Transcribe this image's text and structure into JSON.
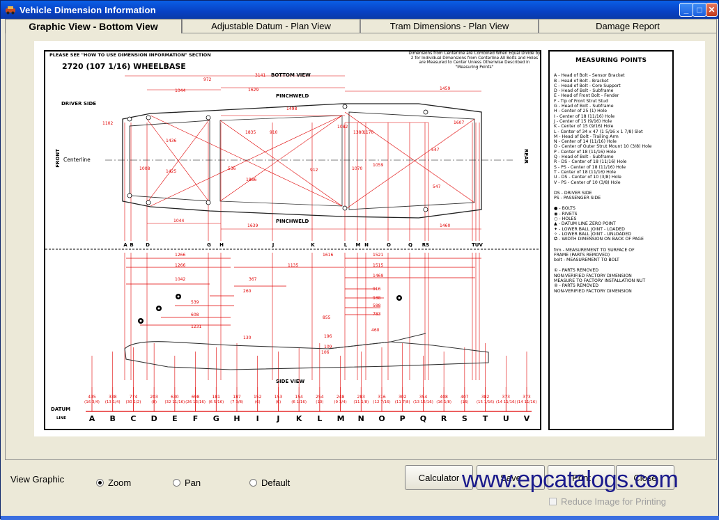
{
  "window": {
    "title": "Vehicle Dimension Information",
    "controls": {
      "minimize": "_",
      "maximize": "□",
      "close": "✕"
    }
  },
  "tabs": [
    {
      "label": "Graphic View - Bottom View",
      "active": true
    },
    {
      "label": "Adjustable Datum - Plan View",
      "active": false
    },
    {
      "label": "Tram Dimensions - Plan View",
      "active": false
    },
    {
      "label": "Damage Report",
      "active": false
    }
  ],
  "diagram": {
    "note_top": "PLEASE SEE \"HOW TO USE DIMENSION INFORMATION\" SECTION",
    "wheelbase": "2720  (107  1/16)  WHEELBASE",
    "note_right": "Dimensions from Centerline are Combined When Equal Divide by 2 for Individual Dimensions from Centerline All Bolts and Holes are Measured to Center Unless Otherwise Described in \"Measuring Points\"",
    "bottom_view": "BOTTOM VIEW",
    "side_view": "SIDE VIEW",
    "driver_side": "DRIVER SIDE",
    "front": "FRONT",
    "rear": "REAR",
    "centerline": "Centerline",
    "pinchweld": "PINCHWELD",
    "datum": "DATUM",
    "line": "LINE",
    "datum_letters": [
      "A",
      "B",
      "C",
      "D",
      "E",
      "F",
      "G",
      "H",
      "I",
      "J",
      "K",
      "L",
      "M",
      "N",
      "O",
      "P",
      "Q",
      "R",
      "S",
      "T",
      "U",
      "V"
    ],
    "top_letters": [
      "A",
      "B",
      "D",
      "G",
      "H",
      "J",
      "K",
      "L",
      "M",
      "N",
      "O",
      "Q",
      "RS",
      "TUV"
    ],
    "datum_values": [
      "435",
      "338",
      "774",
      "203",
      "630",
      "698",
      "181",
      "187",
      "152",
      "153",
      "154",
      "254",
      "248",
      "283",
      "316",
      "302",
      "354",
      "408",
      "407",
      "382",
      "373",
      "373"
    ],
    "datum_fractions": [
      "(16 3/4)",
      "(13 1/4)",
      "(30 1/2)",
      "(8)",
      "(32 11/16)",
      "(26 13/16)",
      "(6 5/16)",
      "(7 3/8)",
      "(6)",
      "(6)",
      "(6 1/16)",
      "(10)",
      "(9 3/4)",
      "(11 1/8)",
      "(12 7/16)",
      "(11 7/8)",
      "(13 15/16)",
      "(16 1/8)",
      "(16)",
      "(15 1/16)",
      "(14 11/16)",
      "(14 11/16)"
    ],
    "top_dims": [
      "3141",
      "972",
      "1629",
      "1044",
      "1459",
      "1498",
      "1835",
      "910",
      "1380",
      "1170",
      "1607",
      "1082",
      "1102",
      "1008",
      "1436",
      "1425",
      "1886",
      "912",
      "1070",
      "1059",
      "536",
      "547",
      "547"
    ],
    "bottom_dims": [
      "1044",
      "1639",
      "1460"
    ],
    "side_dims": [
      "1266",
      "1266",
      "1042",
      "1135",
      "367",
      "260",
      "539",
      "608",
      "1231",
      "130",
      "1616",
      "1521",
      "1515",
      "1469",
      "916",
      "938",
      "588",
      "783",
      "855",
      "460",
      "196",
      "109",
      "106"
    ]
  },
  "legend": {
    "title": "MEASURING POINTS",
    "points": [
      "A  -  Head of Bolt  -  Sensor Bracket",
      "B  -  Head of Bolt  -  Bracket",
      "C  -  Head of Bolt  -  Core Support",
      "D  -  Head of Bolt  -  Subframe",
      "E  -  Head of Front Bolt  -  Fender",
      "F  -  Tip of Front Strut Stud",
      "G  -  Head of Bolt  -  Subframe",
      "H  -  Center of 25 (1) Hole",
      "I  -  Center of 18 (11/16) Hole",
      "J  -  Center of 15 (9/16) Hole",
      "K  -  Center of 15 (9/16) Hole",
      "L  -  Center of 34 x 47 (1 5/16 x 1 7/8) Slot",
      "M  -  Head of Bolt  -  Trailing Arm",
      "N  -  Center of 14 (11/16) Hole",
      "O  -  Center of Outer Strut Mount 10 (3/8) Hole",
      "P  -  Center of 18 (11/16) Hole",
      "Q  -  Head of Bolt  -  Subframe",
      "R  -  DS  -  Center of 18 (11/16) Hole",
      "S  -  PS  -  Center of 18 (11/16) Hole",
      "T  -  Center of 18 (11/16) Hole",
      "U  -  DS  -  Center of 10 (3/8) Hole",
      "V  -  PS  -  Center of 10 (3/8) Hole"
    ],
    "sides": [
      "DS  -  DRIVER SIDE",
      "PS  -  PASSENGER SIDE"
    ],
    "symbols": [
      "●  -  BOLTS",
      "◉  -  RIVETS",
      "○  -  HOLES",
      "▲  -  DATUM LINE ZERO POINT",
      "✦  -  LOWER BALL JOINT  -  LOADED",
      "✧  -  LOWER BALL JOINT  -  UNLOADED",
      "✪  -  WIDTH DIMENSION ON BACK OF PAGE"
    ],
    "measure": [
      "frm  -  MEASUREMENT TO SURFACE OF",
      "          FRAME (PARTS REMOVED)",
      "bolt  -  MEASUREMENT TO BOLT"
    ],
    "notes": [
      "①  -  PARTS REMOVED",
      "         NON-VERIFIED FACTORY DIMENSION",
      "         MEASURE TO FACTORY INSTALLATION NUT",
      "②  -  PARTS REMOVED",
      "         NON-VERIFIED FACTORY DIMENSION"
    ]
  },
  "controls": {
    "view_graphic_label": "View Graphic",
    "radios": [
      {
        "label": "Zoom",
        "checked": true
      },
      {
        "label": "Pan",
        "checked": false
      },
      {
        "label": "Default",
        "checked": false
      }
    ],
    "buttons": [
      "Calculator",
      "Save",
      "Print",
      "Close"
    ],
    "reduce_image": "Reduce Image for Printing",
    "reduce_image_checked": false
  },
  "watermark": "www.epcatalogs.com",
  "colors": {
    "title_bar": "#0841c4",
    "dimension_red": "#e00000",
    "panel": "#ece9d8"
  }
}
